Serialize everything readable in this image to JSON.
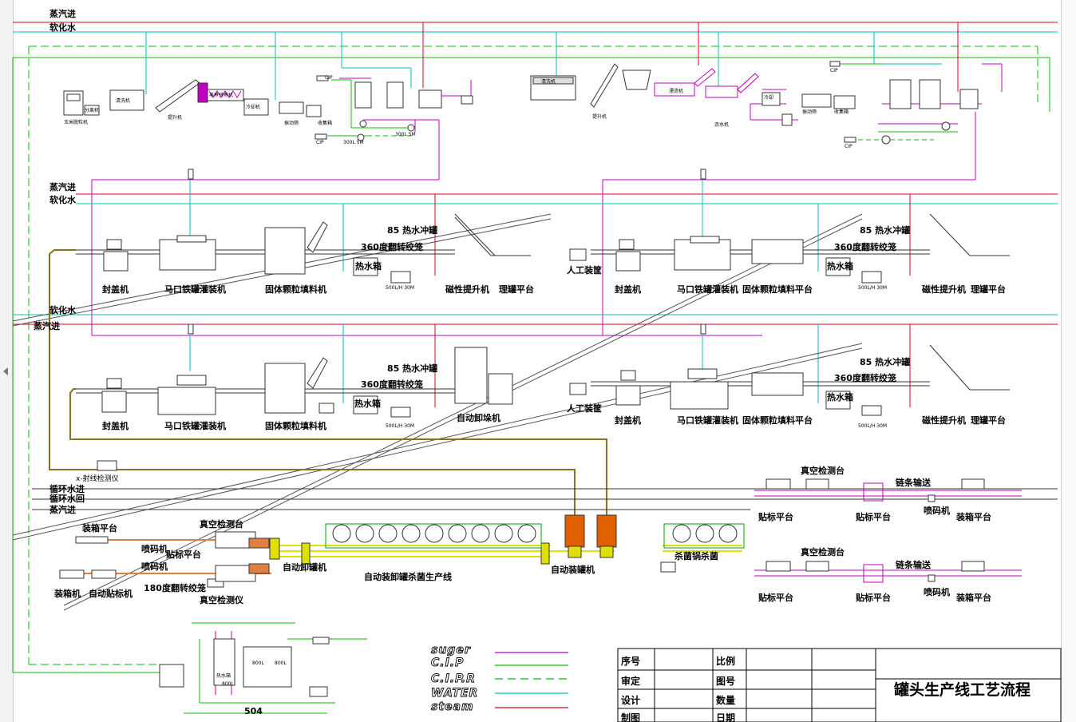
{
  "utilities": {
    "steam_in": "蒸汽进",
    "soft_water": "软化水",
    "circ_water_in": "循环水进",
    "circ_water_return": "循环水回"
  },
  "line1": {
    "capper": "封盖机",
    "filler": "马口铁罐灌装机",
    "solid_filler": "固体颗粒填料机",
    "hot_water_tank": "热水箱",
    "rinse": "85 热水冲罐",
    "flip_cage": "360度翻转绞笼",
    "mag_lift": "磁性提升机",
    "can_platform": "理罐平台",
    "tank_small": "500L/H 30M"
  },
  "line2": {
    "manual": "人工装筐",
    "capper": "封盖机",
    "filler": "马口铁罐灌装机",
    "solid_platform": "固体颗粒填料平台",
    "hot_water_tank": "热水箱",
    "rinse": "85 热水冲罐",
    "flip_cage": "360度翻转绞笼",
    "mag_lift": "磁性提升机",
    "can_platform": "理罐平台",
    "tank_small": "500L/H 30M"
  },
  "line3": {
    "capper": "封盖机",
    "filler": "马口铁罐灌装机",
    "solid_filler": "固体颗粒填料机",
    "hot_water_tank": "热水箱",
    "rinse": "85 热水冲罐",
    "flip_cage": "360度翻转绞笼",
    "auto_unloader": "自动卸垛机",
    "tank_small": "500L/H 30M"
  },
  "line4": {
    "manual": "人工装筐",
    "capper": "封盖机",
    "filler": "马口铁罐灌装机",
    "solid_platform": "固体颗粒填料平台",
    "hot_water_tank": "热水箱",
    "rinse": "85 热水冲罐",
    "flip_cage": "360度翻转绞笼",
    "mag_lift": "磁性提升机",
    "can_platform": "理罐平台",
    "tank_small": "500L/H 30M"
  },
  "bottom": {
    "xray": "x-射线检测仪",
    "packing_platform": "装箱平台",
    "vacuum_platform": "真空检测台",
    "inkjet": "喷码机",
    "labeling_platform": "贴标平台",
    "inkjet2": "喷码机",
    "boxing": "装箱机",
    "auto_labeler": "自动贴标机",
    "flip180": "180度翻转绞笼",
    "vacuum_meter": "真空检测仪",
    "auto_unload_cans": "自动卸罐机",
    "sterilize_line": "自动装卸罐杀菌生产线",
    "auto_load_cans": "自动装罐机",
    "sterilize_pot": "杀菌锅杀菌",
    "tank_504": "504",
    "tank_a": "800L",
    "tank_b": "800L",
    "hot_tank": "热水箱",
    "tank_vol": "800L"
  },
  "right_groups": [
    {
      "vacuum": "真空检测台",
      "chain": "链条输送",
      "label_left": "贴标平台",
      "label_mid": "贴标平台",
      "inkjet": "喷码机",
      "packing": "装箱平台"
    },
    {
      "vacuum": "真空检测台",
      "chain": "链条输送",
      "label_left": "贴标平台",
      "label_mid": "贴标平台",
      "inkjet": "喷码机",
      "packing": "装箱平台"
    }
  ],
  "top_left_labels": {
    "corn_peeler": "玉米脱粒机",
    "sep": "分离机",
    "clean": "清洗机",
    "elevator": "提升机",
    "blanch": "蒸煮预煮机",
    "cooler": "冷却机",
    "vib": "振动筛",
    "collector": "收集箱",
    "cip": "CIP",
    "pump": "300L 5M"
  },
  "top_right_labels": {
    "washer": "清洗机",
    "elevator": "提升机",
    "blancher": "漂烫机",
    "dryer": "沥水机",
    "cool": "冷却",
    "vib": "振动筛",
    "collector": "收集箱",
    "cip": "CIP"
  },
  "legend": [
    {
      "name": "suger",
      "color": "#c000c0",
      "dash": "none"
    },
    {
      "name": "C.I.P",
      "color": "#00c000",
      "dash": "none"
    },
    {
      "name": "C.I.P.R",
      "color": "#00c000",
      "dash": "10,6"
    },
    {
      "name": "WATER",
      "color": "#00c0c0",
      "dash": "none"
    },
    {
      "name": "steam",
      "color": "#e00020",
      "dash": "none"
    }
  ],
  "title_block": {
    "seq": "序号",
    "ratio": "比例",
    "review": "审定",
    "drawing_no": "图号",
    "design": "设计",
    "quantity": "数量",
    "draw": "制图",
    "date": "日期",
    "title": "罐头生产线工艺流程"
  }
}
